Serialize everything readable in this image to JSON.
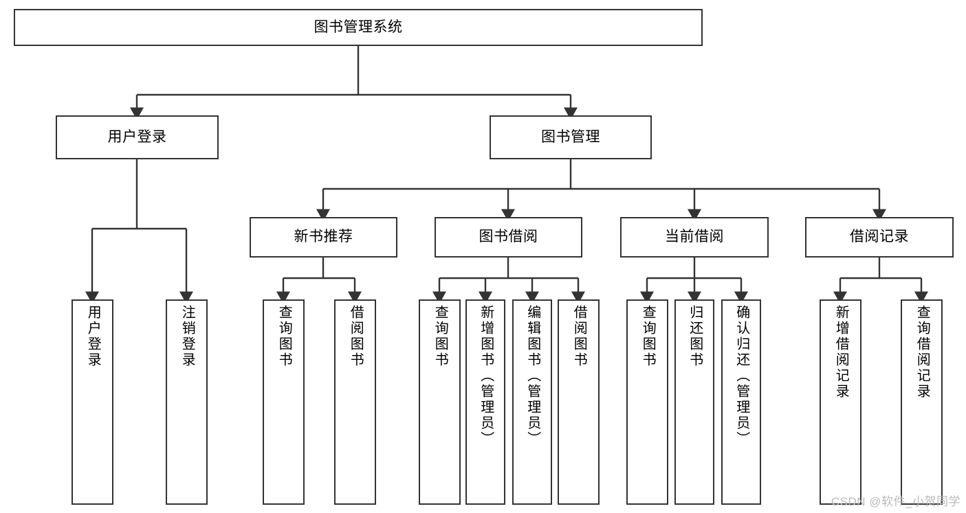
{
  "diagram": {
    "title": "图书管理系统",
    "type": "tree-hierarchy-chart",
    "orientation": "top-down",
    "colors": {
      "box_border": "#333333",
      "box_fill": "#ffffff",
      "edge": "#333333",
      "text": "#000000",
      "watermark": "#b9b9b9",
      "background": "#ffffff"
    }
  },
  "root": {
    "label": "图书管理系统"
  },
  "level1": [
    {
      "label": "用户登录"
    },
    {
      "label": "图书管理"
    }
  ],
  "level2": [
    {
      "label": "新书推荐"
    },
    {
      "label": "图书借阅"
    },
    {
      "label": "当前借阅"
    },
    {
      "label": "借阅记录"
    }
  ],
  "leaves": {
    "user_login": [
      {
        "label": "用户登录"
      },
      {
        "label": "注销登录"
      }
    ],
    "new_book_recommend": [
      {
        "label": "查询图书"
      },
      {
        "label": "借阅图书"
      }
    ],
    "book_borrow": [
      {
        "label": "查询图书"
      },
      {
        "label": "新增图书（管理员）"
      },
      {
        "label": "编辑图书（管理员）"
      },
      {
        "label": "借阅图书"
      }
    ],
    "current_borrow": [
      {
        "label": "查询图书"
      },
      {
        "label": "归还图书"
      },
      {
        "label": "确认归还（管理员）"
      }
    ],
    "borrow_record": [
      {
        "label": "新增借阅记录"
      },
      {
        "label": "查询借阅记录"
      }
    ]
  },
  "watermark": {
    "text": "CSDN @软件_小贺同学"
  }
}
